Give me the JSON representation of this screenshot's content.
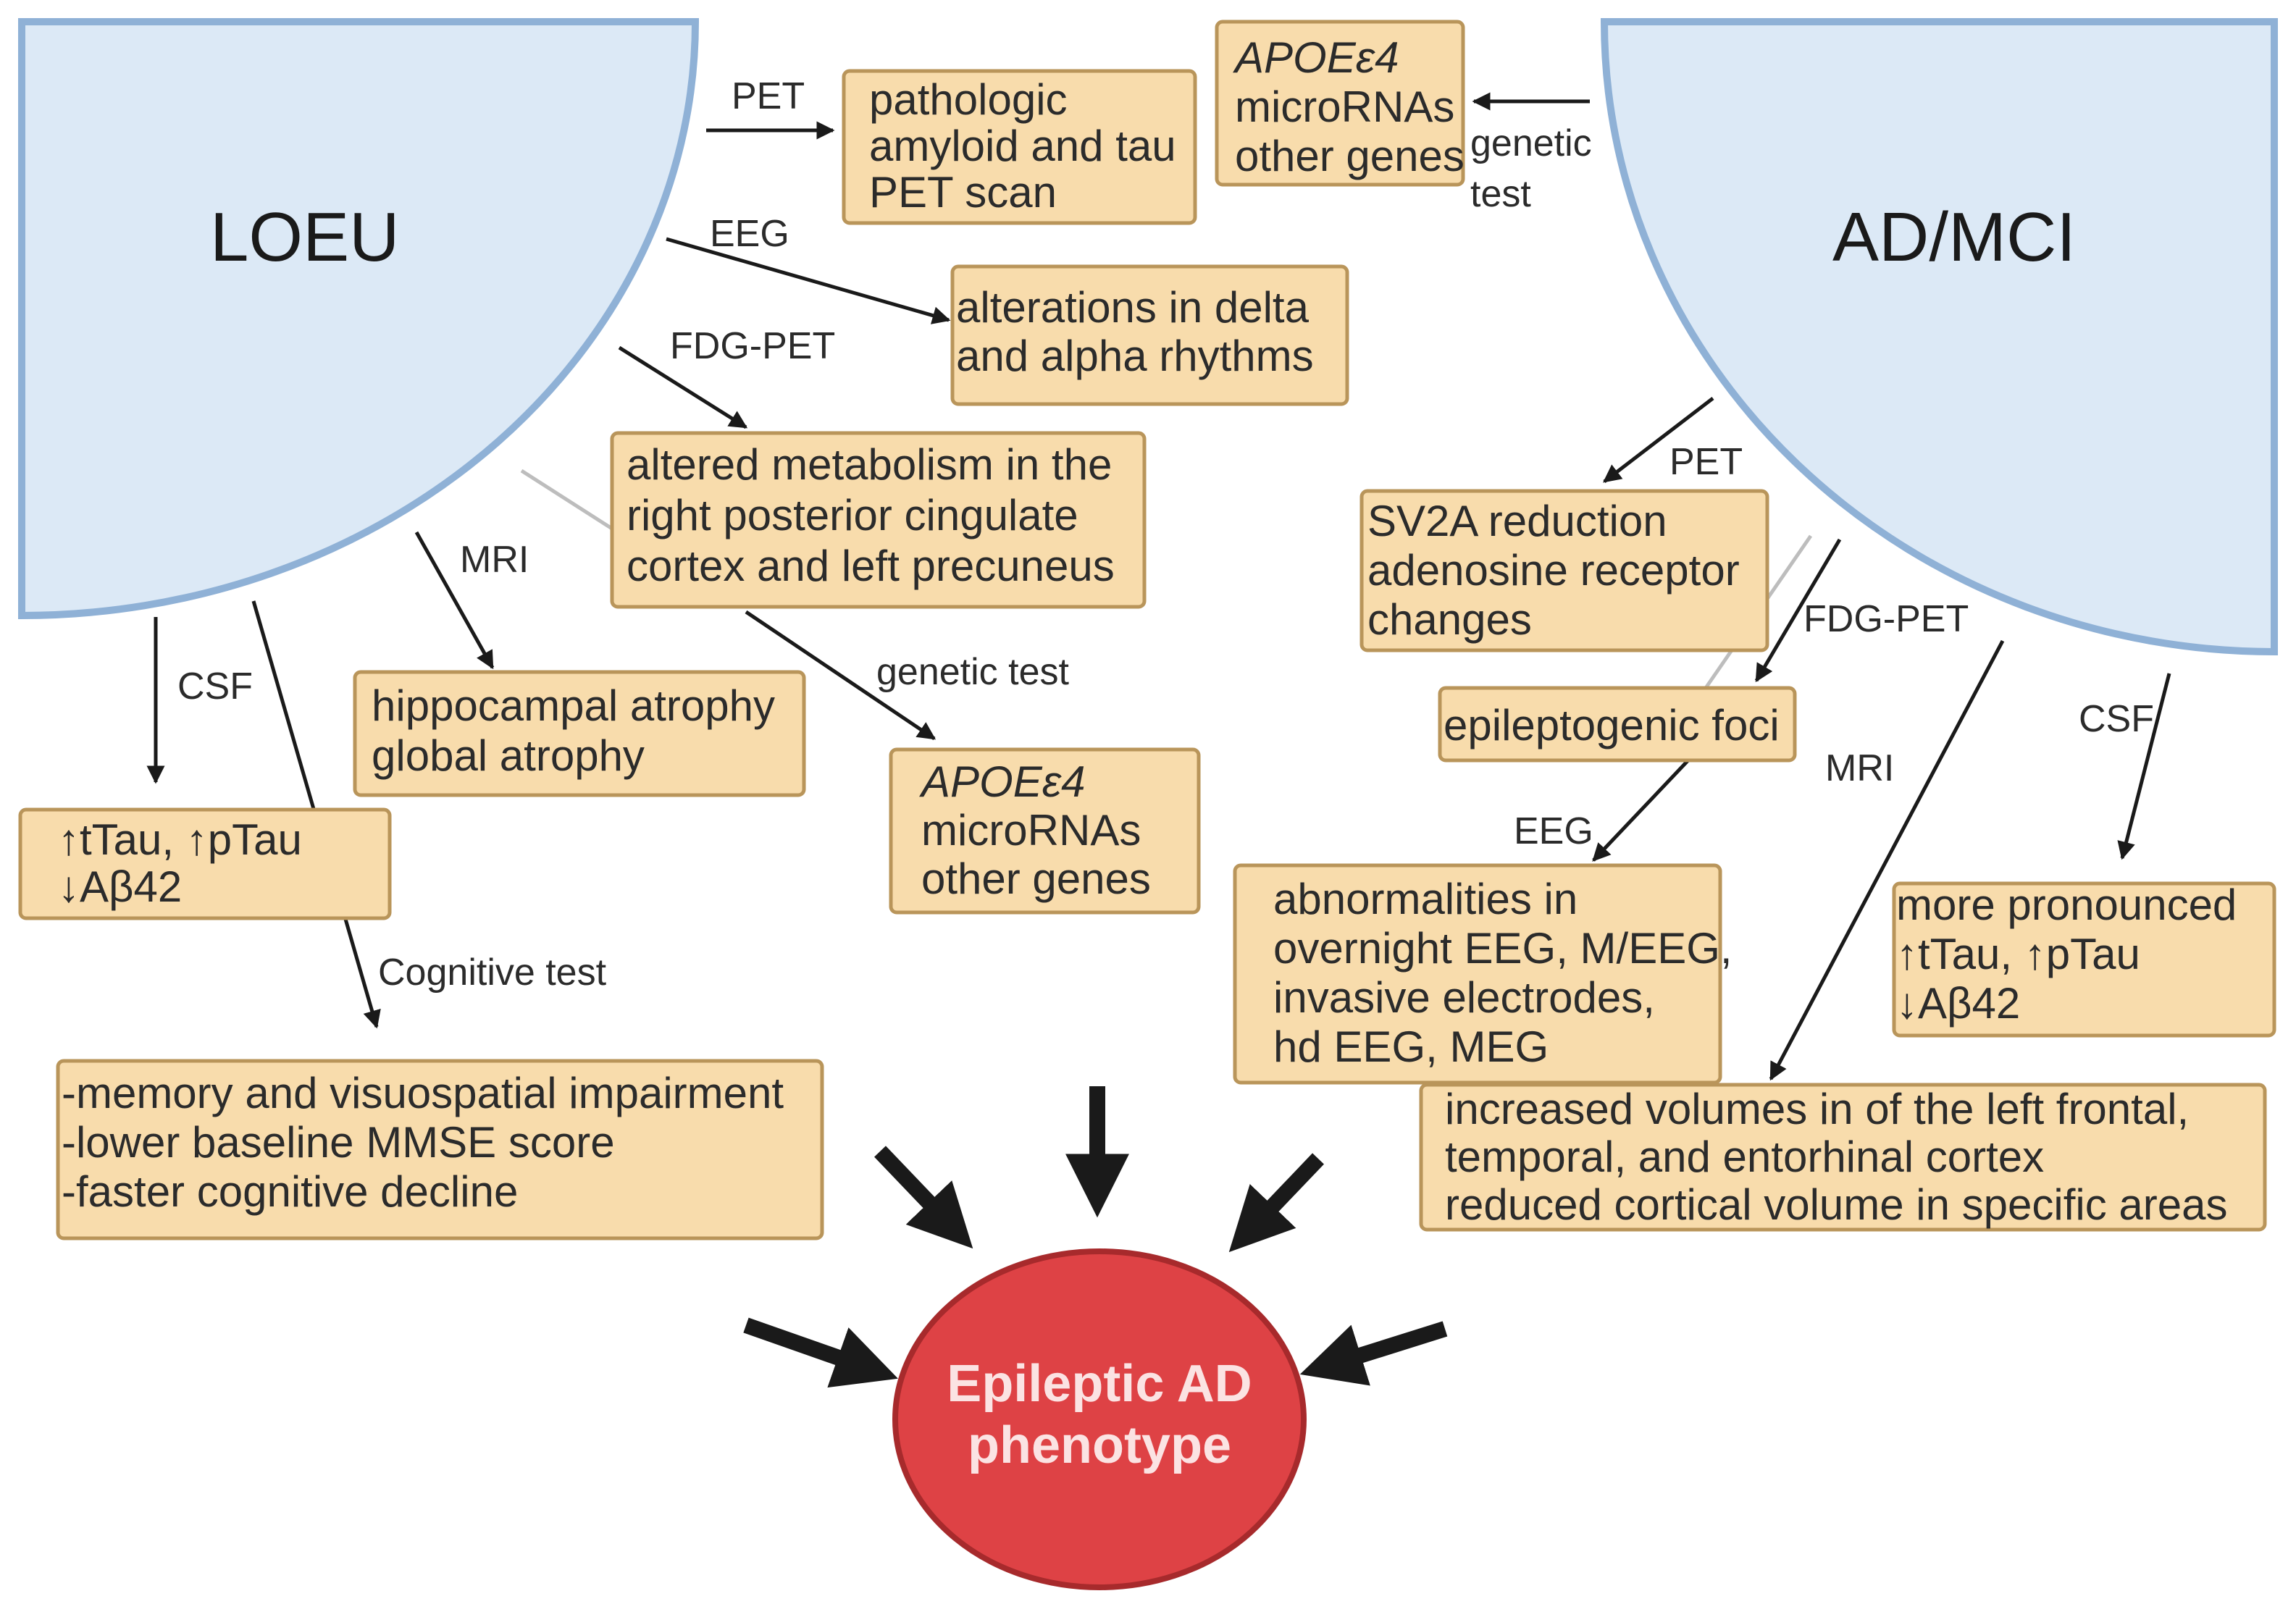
{
  "colors": {
    "box_fill": "#f8dcac",
    "box_stroke": "#b9955a",
    "lobe_fill": "#dce9f6",
    "lobe_stroke": "#8fb1d6",
    "center_fill": "#de4245",
    "center_text": "#fbe3e3"
  },
  "lobes": {
    "left": "LOEU",
    "right": "AD/MCI"
  },
  "center": {
    "line1": "Epileptic AD",
    "line2": "phenotype"
  },
  "edges": {
    "loeu_pet": "PET",
    "loeu_eeg": "EEG",
    "loeu_fdg": "FDG-PET",
    "loeu_mri": "MRI",
    "loeu_csf": "CSF",
    "loeu_genetic": "genetic test",
    "loeu_cognitive": "Cognitive test",
    "ad_genetic_line1": "genetic",
    "ad_genetic_line2": "test",
    "ad_pet": "PET",
    "ad_fdg": "FDG-PET",
    "ad_eeg": "EEG",
    "ad_mri": "MRI",
    "ad_csf": "CSF"
  },
  "boxes": {
    "loeu_pet": [
      "pathologic",
      "amyloid and tau",
      "PET scan"
    ],
    "loeu_eeg": [
      "alterations in delta",
      "and alpha rhythms"
    ],
    "loeu_fdg": [
      "altered metabolism in the",
      "right posterior cingulate",
      "cortex and left precuneus"
    ],
    "loeu_mri": [
      "hippocampal atrophy",
      "global atrophy"
    ],
    "loeu_csf": [
      "↑tTau, ↑pTau",
      "↓Aβ42"
    ],
    "loeu_genetic": [
      "APOEε4",
      "microRNAs",
      "other genes"
    ],
    "loeu_cognitive": [
      "-memory and visuospatial impairment",
      "-lower baseline MMSE score",
      "-faster cognitive decline"
    ],
    "ad_genetic": [
      "APOEε4",
      "microRNAs",
      "other genes"
    ],
    "ad_pet": [
      "SV2A reduction",
      "adenosine receptor",
      "changes"
    ],
    "ad_fdg": [
      "epileptogenic foci"
    ],
    "ad_eeg": [
      "abnormalities in",
      "overnight EEG, M/EEG,",
      "invasive electrodes,",
      "hd EEG, MEG"
    ],
    "ad_csf": [
      "more pronounced",
      "↑tTau, ↑pTau",
      "↓Aβ42"
    ],
    "ad_mri": [
      "increased volumes in of the left frontal,",
      "temporal, and entorhinal cortex",
      "reduced cortical volume in specific areas"
    ]
  }
}
